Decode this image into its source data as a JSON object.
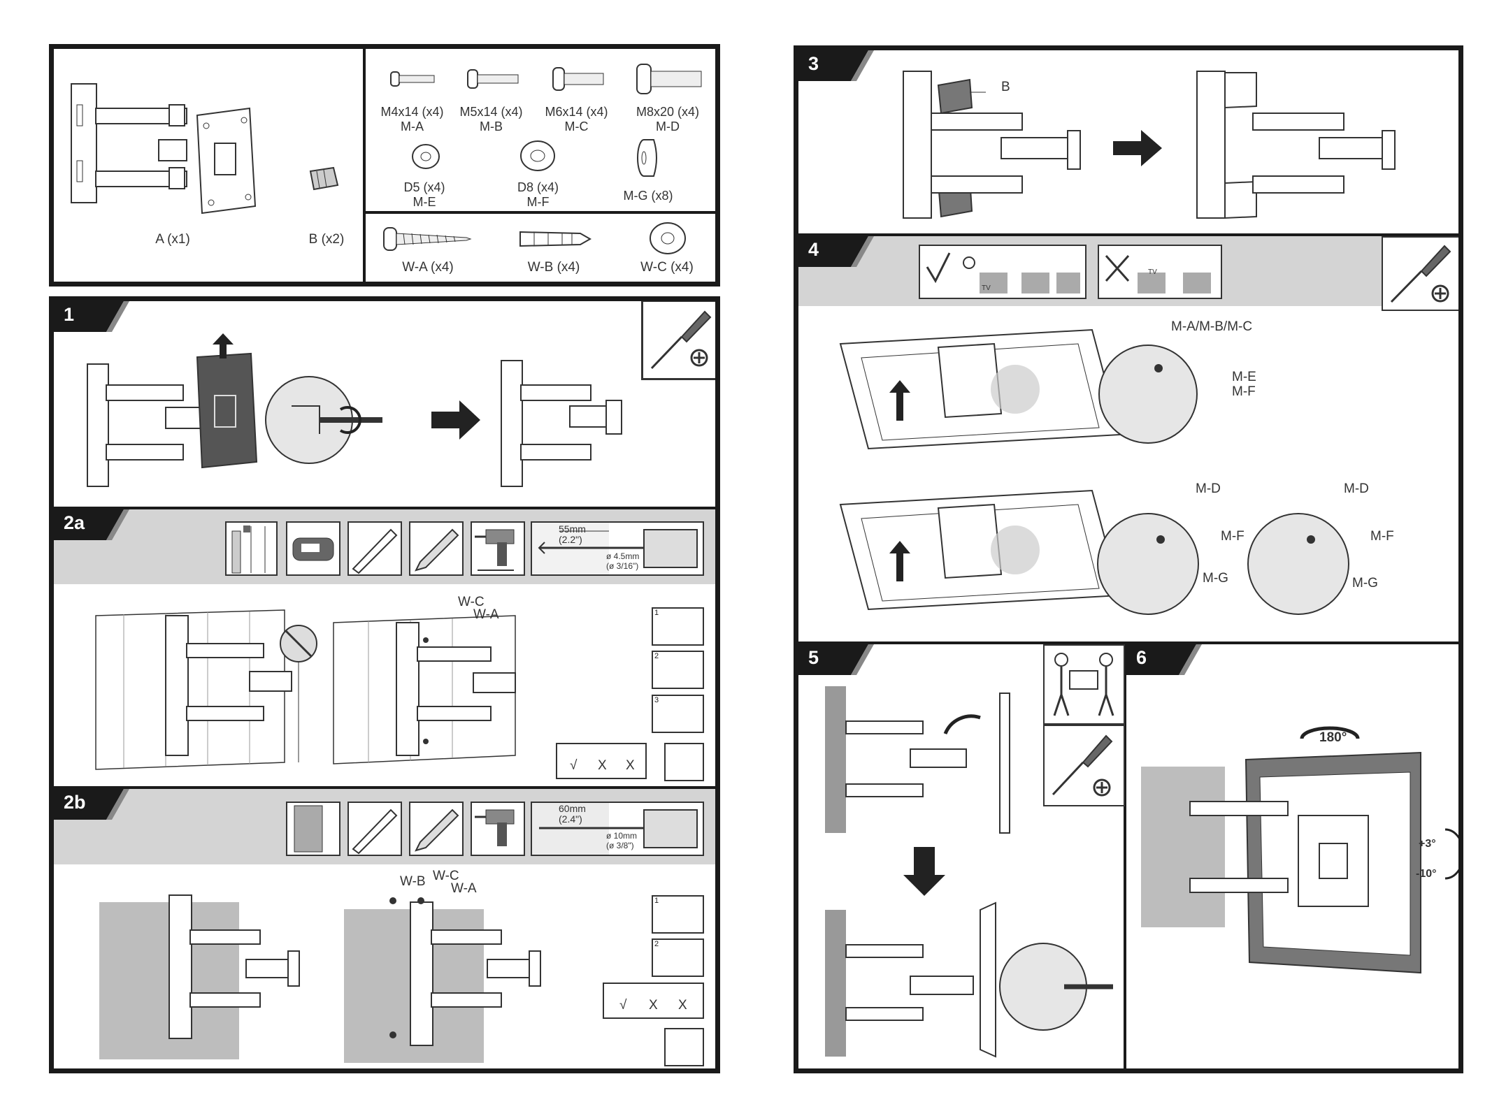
{
  "parts": {
    "bracket_label": "A (x1)",
    "spacer_label": "B (x2)",
    "screws": [
      {
        "size": "M4x14 (x4)",
        "code": "M-A"
      },
      {
        "size": "M5x14 (x4)",
        "code": "M-B"
      },
      {
        "size": "M6x14 (x4)",
        "code": "M-C"
      },
      {
        "size": "M8x20 (x4)",
        "code": "M-D"
      }
    ],
    "washers": [
      {
        "size": "D5 (x4)",
        "code": "M-E"
      },
      {
        "size": "D8 (x4)",
        "code": "M-F"
      },
      {
        "size": "M-G (x8)",
        "code": ""
      }
    ],
    "wall_hardware": [
      "W-A (x4)",
      "W-B (x4)",
      "W-C (x4)"
    ]
  },
  "steps": {
    "s1": "1",
    "s2a": "2a",
    "s2b": "2b",
    "s3": "3",
    "s4": "4",
    "s5": "5",
    "s6": "6"
  },
  "step2a": {
    "drill_depth": "55mm",
    "drill_depth_in": "(2.2\")",
    "drill_dia": "ø 4.5mm",
    "drill_dia_in": "(ø 3/16\")",
    "callout_wc": "W-C",
    "callout_wa": "W-A",
    "level_marks": [
      "√",
      "X",
      "X"
    ],
    "sub_steps": [
      "1",
      "2",
      "3"
    ]
  },
  "step2b": {
    "drill_depth": "60mm",
    "drill_depth_in": "(2.4\")",
    "drill_dia": "ø 10mm",
    "drill_dia_in": "(ø 3/8\")",
    "callout_wb": "W-B",
    "callout_wc": "W-C",
    "callout_wa": "W-A",
    "level_marks": [
      "√",
      "X",
      "X"
    ],
    "sub_steps": [
      "1",
      "2"
    ]
  },
  "step3": {
    "callout_b": "B"
  },
  "step4": {
    "tv_tag": "TV",
    "callout_screws": "M-A/M-B/M-C",
    "callout_me": "M-E",
    "callout_mf": "M-F",
    "callout_md": "M-D",
    "callout_mg": "M-G"
  },
  "step6": {
    "rotation": "180°",
    "tilt_up": "+3°",
    "tilt_down": "-10°"
  },
  "colors": {
    "frame": "#1a1a1a",
    "band": "#d4d4d4",
    "wall": "#bdbdbd",
    "dark": "#555555"
  }
}
